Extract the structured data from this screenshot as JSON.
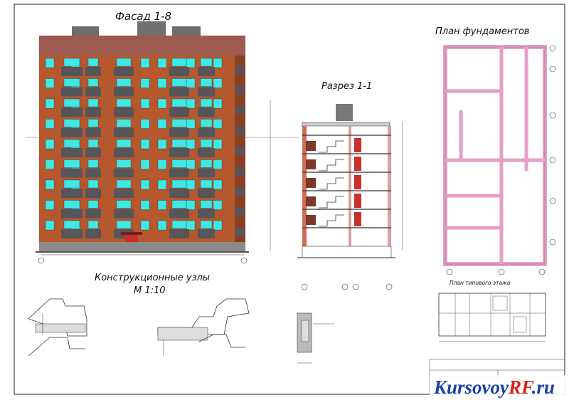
{
  "titles": {
    "facade": "Фасад 1-8",
    "section": "Разрез 1-1",
    "foundation_plan": "План фундаментов",
    "nodes": "Конструкционные узлы",
    "nodes_scale": "М 1:10",
    "typical_floor": "План типового этажа"
  },
  "watermark": {
    "kursovoy": "Kursovoy",
    "rf": "RF",
    "ru": ".ru"
  },
  "colors": {
    "brick": "#b5582d",
    "brick_dark": "#8a3f1f",
    "glass": "#3fe8e3",
    "balcony": "#55555a",
    "wm_blue": "#1a3fa8",
    "wm_red": "#e01e1e"
  }
}
